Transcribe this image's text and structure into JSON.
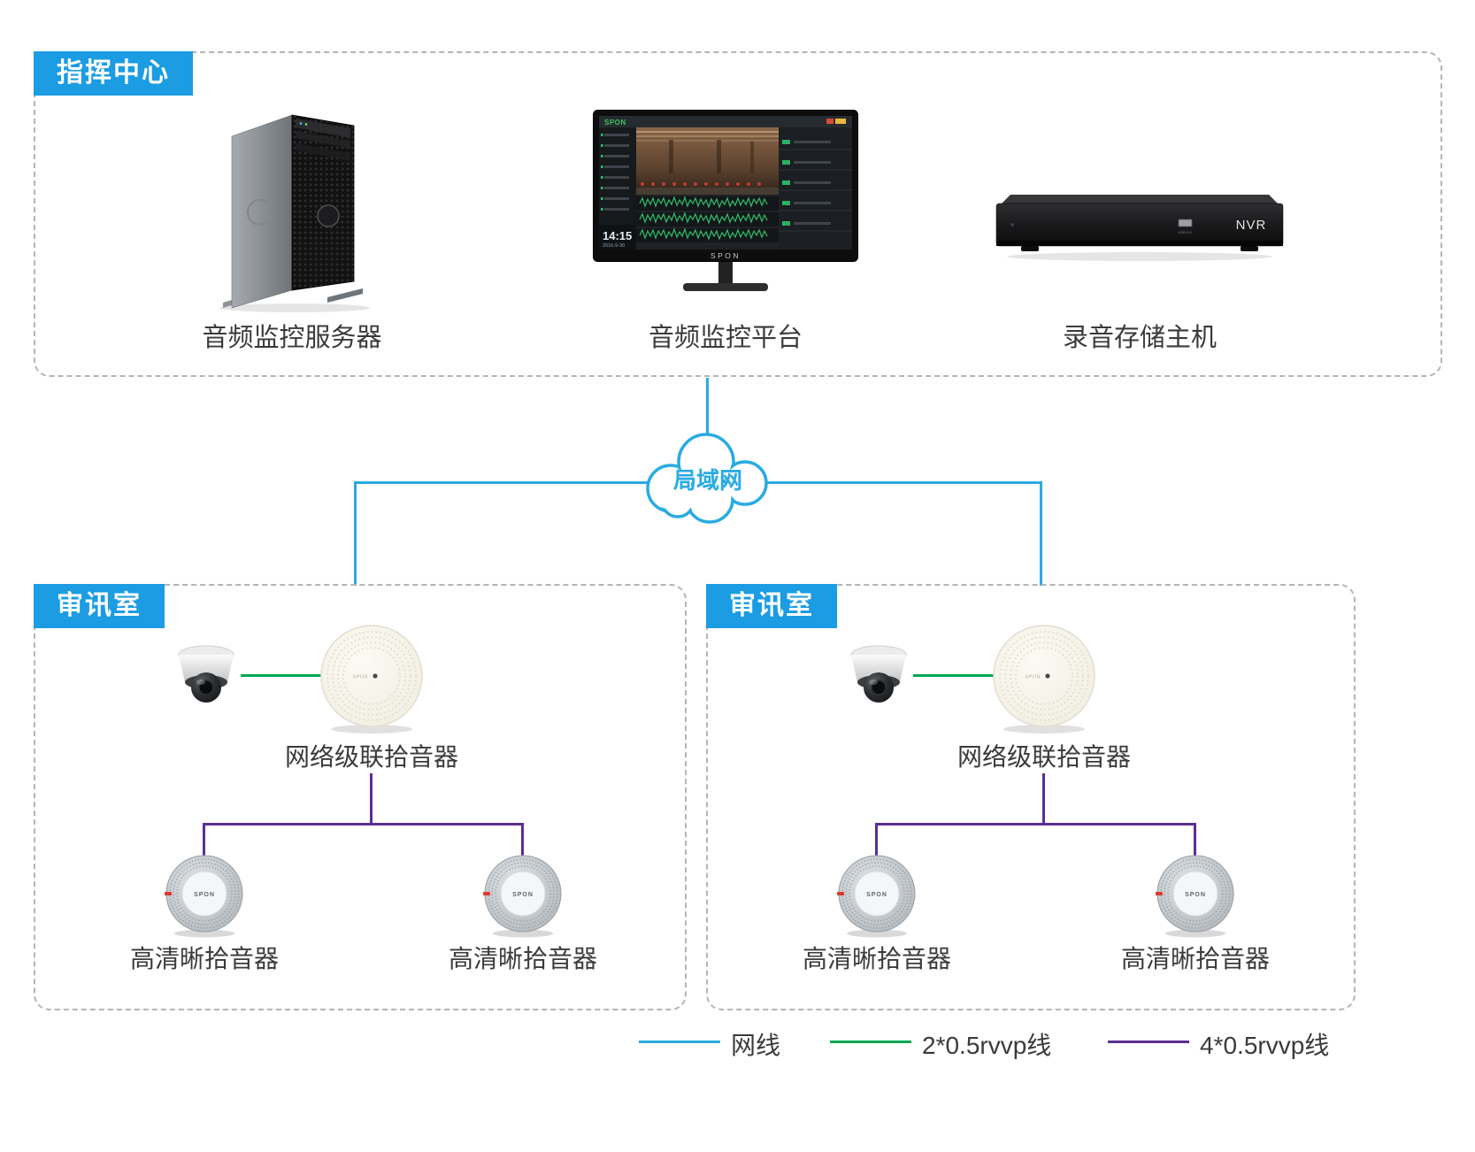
{
  "brand": "SPON",
  "command_center": {
    "tag": "指挥中心",
    "server_label": "音频监控服务器",
    "platform_label": "音频监控平台",
    "storage_label": "录音存储主机"
  },
  "monitor": {
    "time": "14:15",
    "date": "2016-9-30"
  },
  "nvr": {
    "badge": "NVR",
    "port": "USB 2.0"
  },
  "cloud": {
    "label": "局域网"
  },
  "rooms": [
    {
      "tag": "审讯室",
      "pickup_label": "网络级联拾音器",
      "mic_labels": [
        "高清晰拾音器",
        "高清晰拾音器"
      ]
    },
    {
      "tag": "审讯室",
      "pickup_label": "网络级联拾音器",
      "mic_labels": [
        "高清晰拾音器",
        "高清晰拾音器"
      ]
    }
  ],
  "legend": [
    {
      "label": "网线",
      "color": "#29abe2"
    },
    {
      "label": "2*0.5rvvp线",
      "color": "#00a750"
    },
    {
      "label": "4*0.5rvvp线",
      "color": "#5c2e91"
    }
  ],
  "palette": {
    "tag_blue": "#1b9ce3",
    "box_border": "#b5b5b5",
    "text": "#3a3a3a"
  }
}
